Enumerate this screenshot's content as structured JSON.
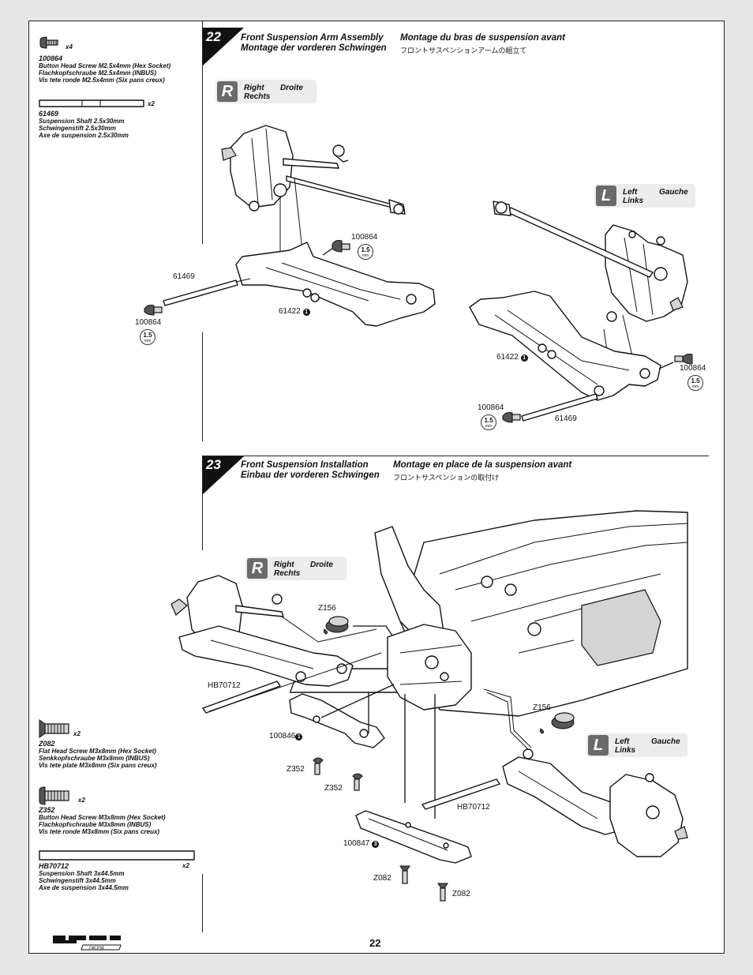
{
  "page_number": "22",
  "brand": "HPI racing",
  "parts_sidebar_top": [
    {
      "code": "100864",
      "qty": "x4",
      "desc": [
        "Button Head Screw M2.5x4mm (Hex Socket)",
        "Flachkopfschraube M2.5x4mm (INBUS)",
        "Vis tete ronde M2.5x4mm (Six pans creux)"
      ],
      "icon": "button-head-screw-icon"
    },
    {
      "code": "61469",
      "qty": "x2",
      "desc": [
        "Suspension Shaft 2.5x30mm",
        "Schwingenstift 2.5x30mm",
        "Axe de suspension 2.5x30mm"
      ],
      "icon": "suspension-shaft-icon"
    }
  ],
  "parts_sidebar_bottom": [
    {
      "code": "Z082",
      "qty": "x2",
      "desc": [
        "Flat Head Screw M3x8mm (Hex Socket)",
        "Senkkopfschraube M3x8mm (INBUS)",
        "Vis tete plate M3x8mm (Six pans creux)"
      ],
      "icon": "flat-head-screw-icon"
    },
    {
      "code": "Z352",
      "qty": "x2",
      "desc": [
        "Button Head Screw M3x8mm (Hex Socket)",
        "Flachkopfschraube M3x8mm (INBUS)",
        "Vis tete ronde M3x8mm (Six pans creux)"
      ],
      "icon": "button-head-screw-icon"
    },
    {
      "code": "HB70712",
      "qty": "x2",
      "desc": [
        "Suspension Shaft 3x44.5mm",
        "Schwingenstift 3x44.5mm",
        "Axe de suspension 3x44.5mm"
      ],
      "icon": "suspension-shaft-icon"
    }
  ],
  "step22": {
    "number": "22",
    "title_en": "Front Suspension Arm Assembly",
    "title_de": "Montage der vorderen Schwingen",
    "title_fr": "Montage du bras de suspension avant",
    "title_jp": "フロントサスペンションアームの組立て",
    "right_badge": {
      "letter": "R",
      "en": "Right",
      "fr": "Droite",
      "de": "Rechts"
    },
    "left_badge": {
      "letter": "L",
      "en": "Left",
      "fr": "Gauche",
      "de": "Links"
    },
    "labels": {
      "screw_a": "100864",
      "shaft_a": "61469",
      "screw_b": "100864",
      "arm_a": "61422",
      "screw_c": "100864",
      "arm_b": "61422",
      "screw_d": "100864",
      "shaft_b": "61469"
    },
    "callout_num": "1",
    "wrench": {
      "value": "1.5",
      "unit": "mm"
    }
  },
  "step23": {
    "number": "23",
    "title_en": "Front Suspension Installation",
    "title_de": "Einbau der vorderen Schwingen",
    "title_fr": "Montage en place de la suspension avant",
    "title_jp": "フロントサスペンションの取付け",
    "right_badge": {
      "letter": "R",
      "en": "Right",
      "fr": "Droite",
      "de": "Rechts"
    },
    "left_badge": {
      "letter": "L",
      "en": "Left",
      "fr": "Gauche",
      "de": "Links"
    },
    "labels": {
      "z156_a": "Z156",
      "hb_a": "HB70712",
      "z156_b": "Z156",
      "p846": "100846",
      "z352_a": "Z352",
      "z352_b": "Z352",
      "hb_b": "HB70712",
      "p847": "100847",
      "z082_a": "Z082",
      "z082_b": "Z082"
    },
    "callout_846": "1",
    "callout_847": "3"
  }
}
